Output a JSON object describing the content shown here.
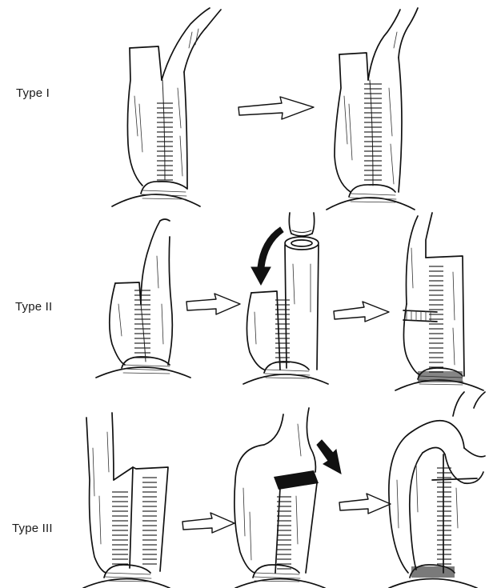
{
  "rows": [
    {
      "label": "Type I"
    },
    {
      "label": "Type II"
    },
    {
      "label": "Type III"
    }
  ]
}
